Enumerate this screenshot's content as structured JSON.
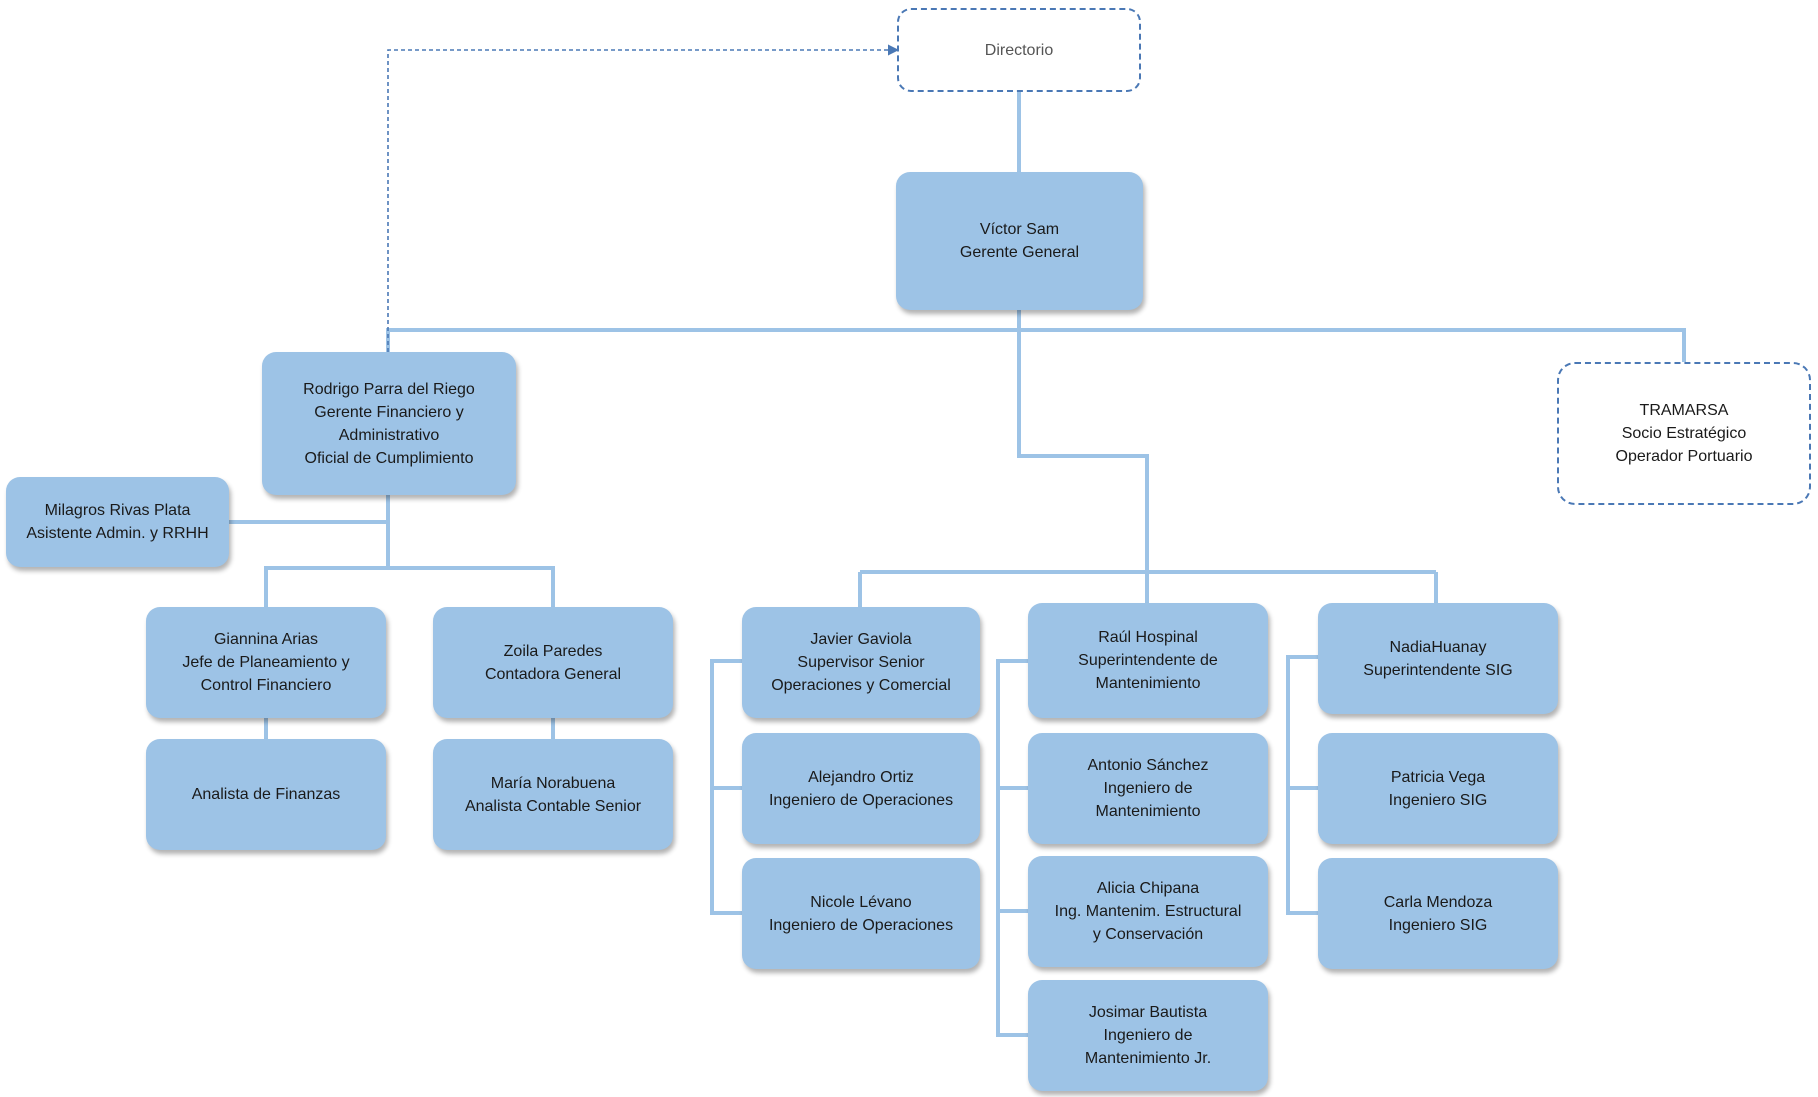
{
  "colors": {
    "box_fill": "#9dc3e6",
    "connector": "#9dc3e6",
    "dashed_border": "#4a78b5",
    "dotted_arrow": "#4a78b5"
  },
  "nodes": {
    "directorio": {
      "lines": [
        "Directorio"
      ]
    },
    "gerente": {
      "lines": [
        "Víctor Sam",
        "Gerente General"
      ]
    },
    "tramarsa": {
      "lines": [
        "TRAMARSA",
        "Socio Estratégico",
        "Operador Portuario"
      ]
    },
    "rodrigo": {
      "lines": [
        "Rodrigo Parra del Riego",
        "Gerente Financiero y",
        "Administrativo",
        "Oficial de Cumplimiento"
      ]
    },
    "milagros": {
      "lines": [
        "Milagros Rivas Plata",
        "Asistente Admin.  y RRHH"
      ]
    },
    "giannina": {
      "lines": [
        "Giannina  Arias",
        "Jefe de Planeamiento y",
        "Control Financiero"
      ]
    },
    "analista_fin": {
      "lines": [
        "Analista de Finanzas"
      ]
    },
    "zoila": {
      "lines": [
        "Zoila Paredes",
        "Contadora General"
      ]
    },
    "maria": {
      "lines": [
        "María Norabuena",
        "Analista Contable Senior"
      ]
    },
    "javier": {
      "lines": [
        "Javier Gaviola",
        "Supervisor  Senior",
        "Operaciones y Comercial"
      ]
    },
    "alejandro": {
      "lines": [
        "Alejandro  Ortiz",
        "Ingeniero de Operaciones"
      ]
    },
    "nicole": {
      "lines": [
        "Nicole Lévano",
        "Ingeniero de Operaciones"
      ]
    },
    "raul": {
      "lines": [
        "Raúl Hospinal",
        "Superintendente  de",
        "Mantenimiento"
      ]
    },
    "antonio": {
      "lines": [
        "Antonio Sánchez",
        "Ingeniero de",
        "Mantenimiento"
      ]
    },
    "alicia": {
      "lines": [
        "Alicia Chipana",
        "Ing. Mantenim.  Estructural",
        "y Conservación"
      ]
    },
    "josimar": {
      "lines": [
        "Josimar Bautista",
        "Ingeniero de",
        "Mantenimiento  Jr."
      ]
    },
    "nadia": {
      "lines": [
        "NadiaHuanay",
        "Superintendente  SIG"
      ]
    },
    "patricia": {
      "lines": [
        "Patricia Vega",
        "Ingeniero SIG"
      ]
    },
    "carla": {
      "lines": [
        "Carla Mendoza",
        "Ingeniero SIG"
      ]
    }
  }
}
